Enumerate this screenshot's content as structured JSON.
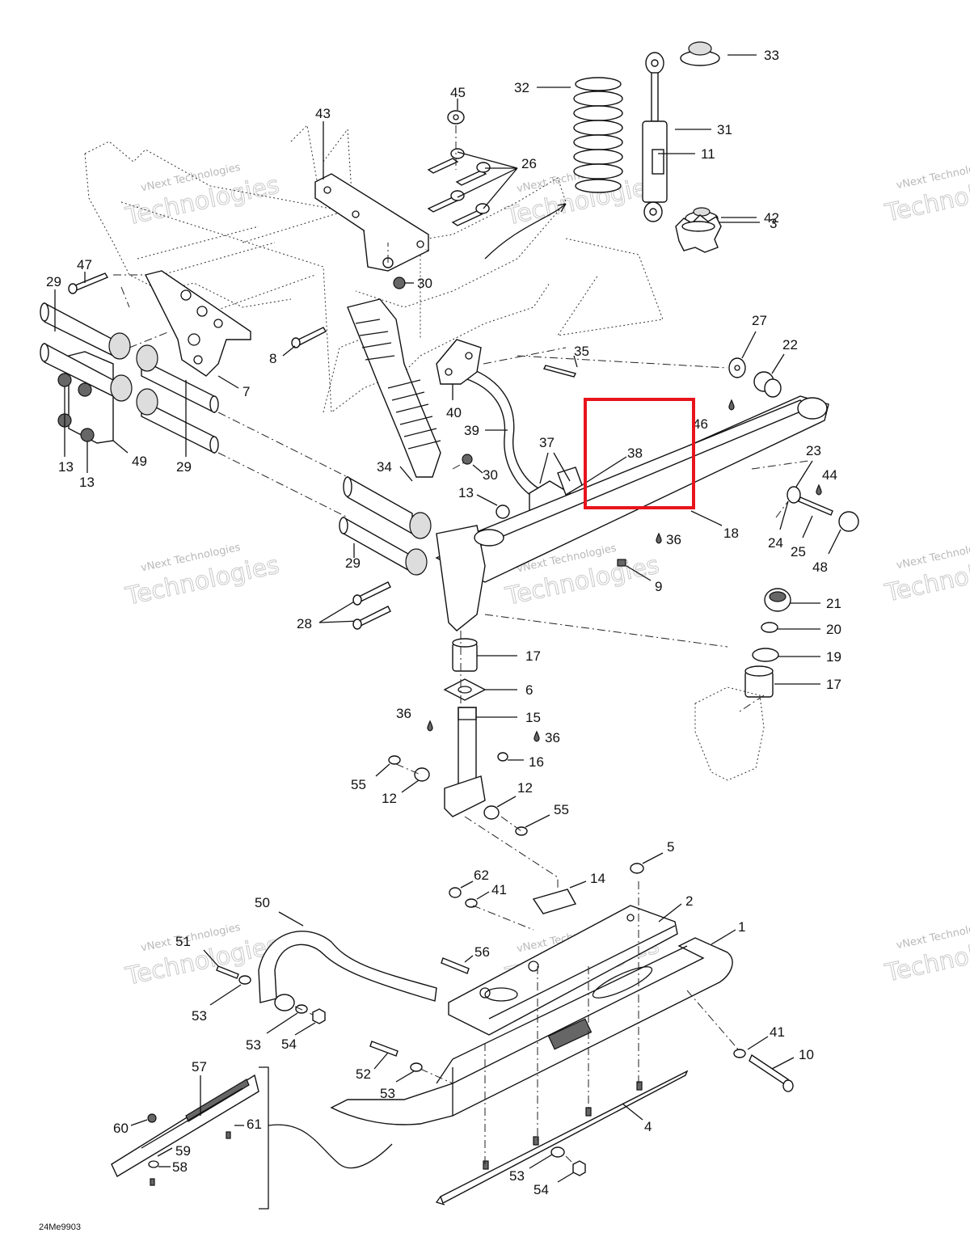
{
  "diagram": {
    "doc_id": "24Me9903",
    "watermark": {
      "line1": "vNext Technologies",
      "line2": "Technologies"
    },
    "highlight_color": "#e8141c",
    "highlighted_part": "38",
    "labels": {
      "l33": "33",
      "l32": "32",
      "l31": "31",
      "l11": "11",
      "l42": "42",
      "l3": "3",
      "l45": "45",
      "l43": "43",
      "l26": "26",
      "l47": "47",
      "l29a": "29",
      "l30a": "30",
      "l8": "8",
      "l7": "7",
      "l13a": "13",
      "l13b": "13",
      "l49": "49",
      "l29b": "29",
      "l27": "27",
      "l22": "22",
      "l35": "35",
      "l40": "40",
      "l46": "46",
      "l39": "39",
      "l37": "37",
      "l38": "38",
      "l23": "23",
      "l44": "44",
      "l34": "34",
      "l30b": "30",
      "l13c": "13",
      "l18": "18",
      "l24": "24",
      "l25": "25",
      "l48": "48",
      "l36a": "36",
      "l9": "9",
      "l29c": "29",
      "l28": "28",
      "l21": "21",
      "l20": "20",
      "l19": "19",
      "l17a": "17",
      "l17b": "17",
      "l6": "6",
      "l36b": "36",
      "l15": "15",
      "l36c": "36",
      "l16": "16",
      "l55a": "55",
      "l12a": "12",
      "l12b": "12",
      "l55b": "55",
      "l5": "5",
      "l62": "62",
      "l41a": "41",
      "l14": "14",
      "l50": "50",
      "l2": "2",
      "l1": "1",
      "l51": "51",
      "l56": "56",
      "l53a": "53",
      "l53b": "53",
      "l54a": "54",
      "l41b": "41",
      "l10": "10",
      "l57": "57",
      "l52": "52",
      "l53c": "53",
      "l60": "60",
      "l61": "61",
      "l4": "4",
      "l59": "59",
      "l58": "58",
      "l53d": "53",
      "l54b": "54"
    }
  }
}
